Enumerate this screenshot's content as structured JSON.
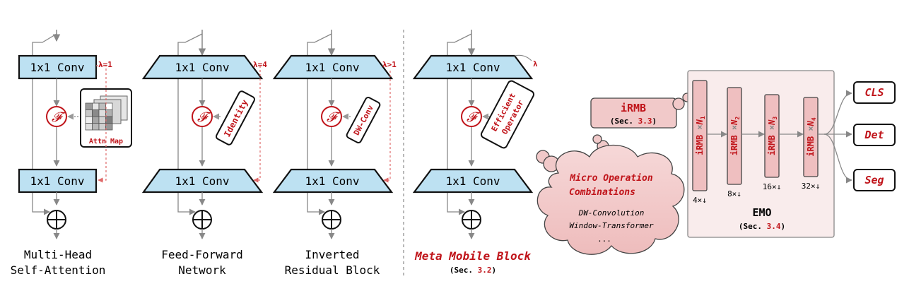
{
  "blocks": [
    {
      "top_conv": "1x1 Conv",
      "bottom_conv": "1x1 Conv",
      "lambda": "λ=1",
      "operator": "Attn Map",
      "label_line1": "Multi-Head",
      "label_line2": "Self-Attention"
    },
    {
      "top_conv": "1x1 Conv",
      "bottom_conv": "1x1 Conv",
      "lambda": "λ=4",
      "operator": "Identity",
      "label_line1": "Feed-Forward",
      "label_line2": "Network"
    },
    {
      "top_conv": "1x1 Conv",
      "bottom_conv": "1x1 Conv",
      "lambda": "λ>1",
      "operator": "DW-Conv",
      "label_line1": "Inverted",
      "label_line2": "Residual Block"
    },
    {
      "top_conv": "1x1 Conv",
      "bottom_conv": "1x1 Conv",
      "lambda": "λ",
      "operator_line1": "Efficient",
      "operator_line2": "Operator",
      "label": "Meta Mobile Block",
      "sec_prefix": "(Sec. ",
      "sec_num": "3.2",
      "sec_suffix": ")"
    }
  ],
  "f_symbol": "𝓕",
  "irmb_callout": {
    "title": "iRMB",
    "sec_prefix": "(Sec. ",
    "sec_num": "3.3",
    "sec_suffix": ")"
  },
  "cloud": {
    "title_line1": "Micro Operation",
    "title_line2": "Combinations",
    "item1": "DW-Convolution",
    "item2": "Window-Transformer",
    "ellipsis": "..."
  },
  "emo": {
    "stage_label": "iRMB",
    "times": "×",
    "n_symbol": "N",
    "stages": [
      {
        "subscript": "1",
        "stride": "4×↓"
      },
      {
        "subscript": "2",
        "stride": "8×↓"
      },
      {
        "subscript": "3",
        "stride": "16×↓"
      },
      {
        "subscript": "4",
        "stride": "32×↓"
      }
    ],
    "title": "EMO",
    "sec_prefix": "(Sec. ",
    "sec_num": "3.4",
    "sec_suffix": ")"
  },
  "outputs": [
    "CLS",
    "Det",
    "Seg"
  ],
  "colors": {
    "conv_fill": "#bde1f2",
    "accent_red": "#c0141a",
    "emo_fill": "#f9ecec",
    "cloud_fill": "#f1c9c9",
    "stage_fill": "#efbfc0"
  }
}
